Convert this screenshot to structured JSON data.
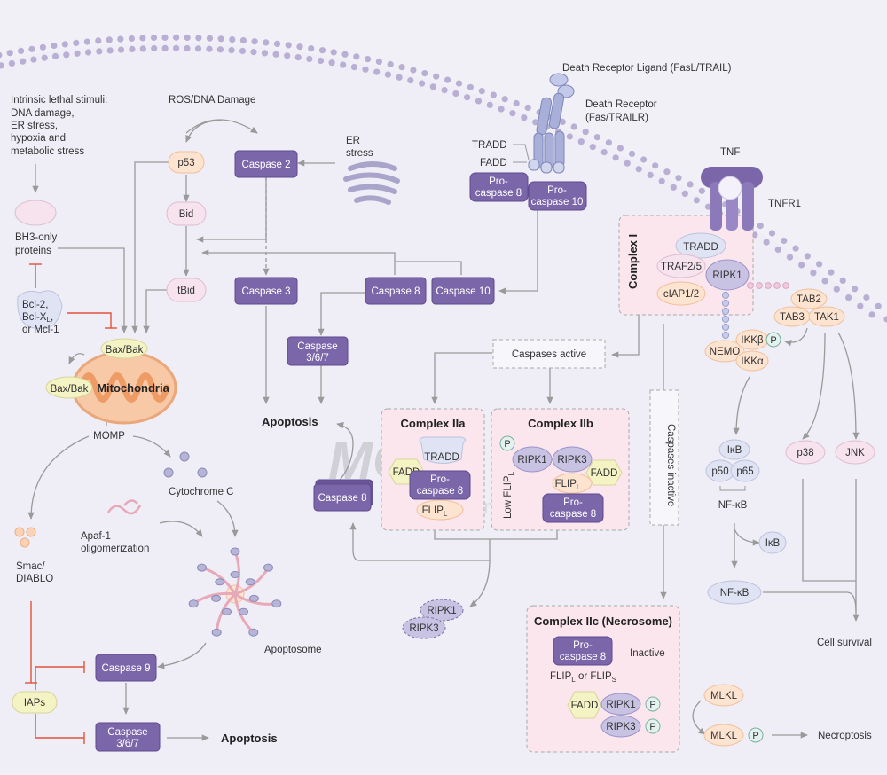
{
  "colors": {
    "background": "#f1f0f6",
    "membrane": "#b9aed3",
    "caspase": "#7b66aa",
    "caspase_border": "#5e4b8e",
    "inhibit": "#e0533d",
    "pink": "#f6e3ee",
    "orange": "#fde4d0",
    "yellow": "#f4f3c4",
    "blue": "#dfe3f3",
    "arrow": "#9a9a9a"
  },
  "intrinsic": {
    "stimuli": [
      "Intrinsic lethal stimuli:",
      "DNA damage,",
      "ER stress,",
      "hypoxia and",
      "metabolic stress"
    ],
    "bh3": [
      "BH3-only",
      "proteins"
    ],
    "bcl": [
      "Bcl-2,",
      "Bcl-X",
      "L",
      ",",
      "or Mcl-1"
    ],
    "baxbak_top": "Bax/Bak",
    "baxbak_left": "Bax/Bak",
    "mito": "Mitochondria",
    "momp": "MOMP",
    "cytc": "Cytochrome C",
    "apaf": [
      "Apaf-1",
      "oligomerization"
    ],
    "apoptosome": "Apoptosome",
    "smac": [
      "Smac/",
      "DIABLO"
    ],
    "iaps": "IAPs",
    "casp9": "Caspase 9",
    "casp367": [
      "Caspase",
      "3/6/7"
    ],
    "apoptosis": "Apoptosis"
  },
  "top": {
    "ros": "ROS/DNA Damage",
    "p53": "p53",
    "casp2": "Caspase 2",
    "er": [
      "ER",
      "stress"
    ],
    "bid": "Bid",
    "tbid": "tBid",
    "casp3": "Caspase 3",
    "casp8": "Caspase 8",
    "casp10": "Caspase 10",
    "casp367": [
      "Caspase",
      "3/6/7"
    ],
    "apoptosis": "Apoptosis"
  },
  "receptor": {
    "ligand": "Death Receptor Ligand (FasL/TRAIL)",
    "receptor": [
      "Death Receptor",
      "(Fas/TRAILR)"
    ],
    "tradd": "TRADD",
    "fadd": "FADD",
    "procasp8": [
      "Pro-",
      "caspase 8"
    ],
    "procasp10": [
      "Pro-",
      "caspase 10"
    ]
  },
  "tnf": {
    "tnf": "TNF",
    "tnfr1": "TNFR1",
    "complex1": "Complex I",
    "tradd": "TRADD",
    "traf": "TRAF2/5",
    "ciap": "cIAP1/2",
    "ripk1": "RIPK1",
    "tab2": "TAB2",
    "tab3": "TAB3",
    "tak1": "TAK1",
    "nemo": "NEMO",
    "ikkb": "IKKβ",
    "ikka": "IKKα",
    "p": "P",
    "ikb": "IκB",
    "p50": "p50",
    "p65": "p65",
    "nfkb": "NF-κB",
    "ikb2": "IκB",
    "nfkb2": "NF-κB",
    "p38": "p38",
    "jnk": "JNK",
    "survival": "Cell survival"
  },
  "complex2": {
    "active": "Caspases active",
    "inactive": "Caspases inactive",
    "a_title": "Complex IIa",
    "a_tradd": "TRADD",
    "a_fadd": "FADD",
    "a_procasp": [
      "Pro-",
      "caspase 8"
    ],
    "a_flip": "FLIP",
    "a_flip_sub": "L",
    "b_title": "Complex IIb",
    "b_ripk1": "RIPK1",
    "b_ripk3": "RIPK3",
    "b_fadd": "FADD",
    "b_flip": "FLIP",
    "b_flip_sub": "L",
    "b_procasp": [
      "Pro-",
      "caspase 8"
    ],
    "b_low": "Low FLIP",
    "b_low_sub": "L",
    "b_p": "P",
    "casp8": "Caspase 8",
    "ripk1": "RIPK1",
    "ripk3": "RIPK3",
    "c_title": "Complex IIc (Necrosome)",
    "c_procasp": [
      "Pro-",
      "caspase 8"
    ],
    "c_inactive": "Inactive",
    "c_flip": [
      "FLIP",
      "L",
      " or FLIP",
      "S"
    ],
    "c_fadd": "FADD",
    "c_ripk1": "RIPK1",
    "c_ripk3": "RIPK3",
    "c_p": "P",
    "mlkl1": "MLKL",
    "mlkl2": "MLKL",
    "mlkl_p": "P",
    "necroptosis": "Necroptosis"
  },
  "watermark": {
    "line1": "MCE",
    "line2": "MedChemExpress",
    "reg": "®"
  }
}
